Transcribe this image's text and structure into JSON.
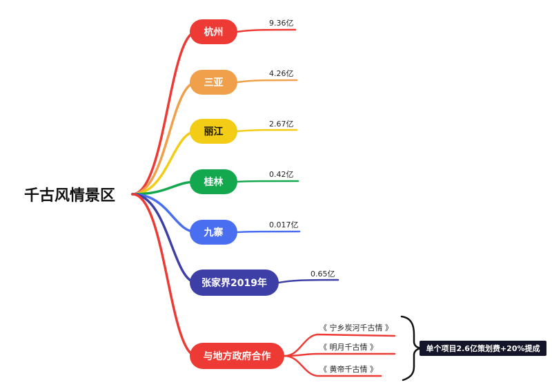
{
  "root": {
    "label": "千古风情景区"
  },
  "branches": [
    {
      "label": "杭州",
      "value": "9.36亿",
      "color": "#ee3a34"
    },
    {
      "label": "三亚",
      "value": "4.26亿",
      "color": "#f0a04a"
    },
    {
      "label": "丽江",
      "value": "2.67亿",
      "color": "#f2cc15"
    },
    {
      "label": "桂林",
      "value": "0.42亿",
      "color": "#14a84e"
    },
    {
      "label": "九寨",
      "value": "0.017亿",
      "color": "#4a6ef0"
    },
    {
      "label": "张家界2019年",
      "value": "0.65亿",
      "color": "#3d3fa6"
    },
    {
      "label": "与地方政府合作",
      "color": "#ee3a34",
      "children": [
        {
          "label": "《 宁乡炭河千古情 》"
        },
        {
          "label": "《 明月千古情 》"
        },
        {
          "label": "《 黄帝千古情 》"
        }
      ]
    }
  ],
  "note": {
    "label": "单个项目2.6亿策划费+20%提成",
    "color": "#15152a"
  }
}
